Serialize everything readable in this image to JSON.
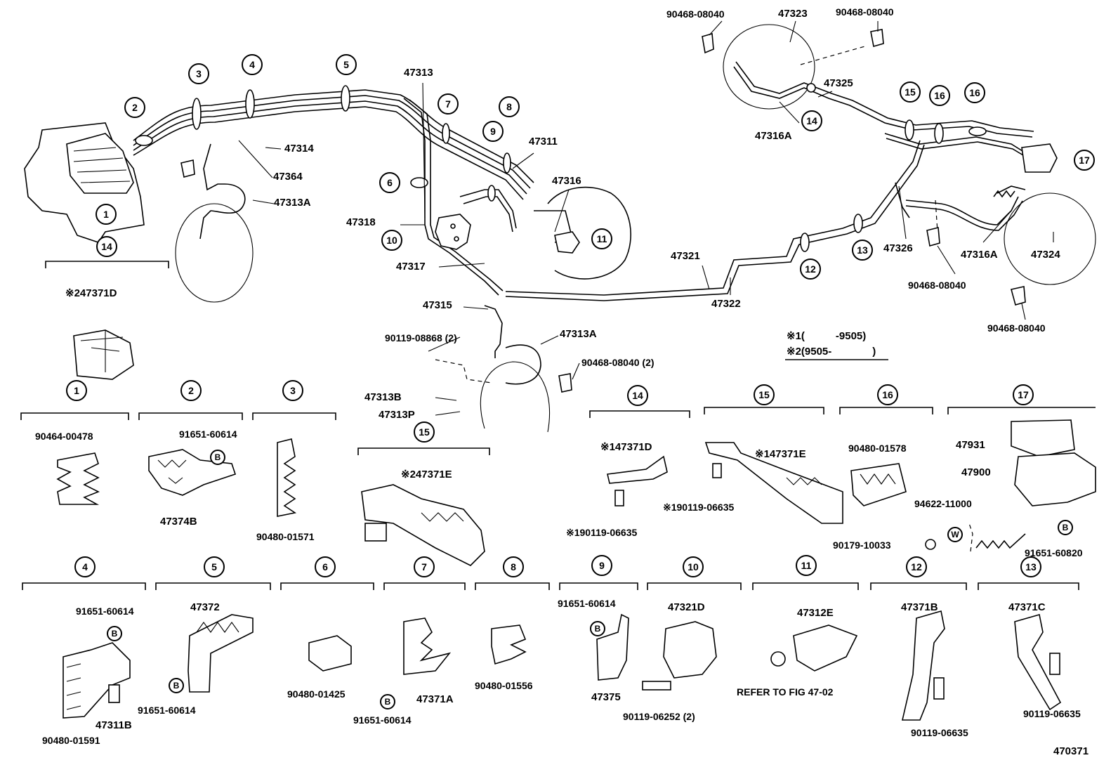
{
  "figure_number": "470371",
  "callouts": [
    "1",
    "2",
    "3",
    "4",
    "5",
    "6",
    "7",
    "8",
    "9",
    "10",
    "11",
    "12",
    "13",
    "14",
    "15",
    "16",
    "17"
  ],
  "footnote": {
    "mark1": "※1(",
    "range1": "-9505)",
    "mark2": "※2(9505-",
    "range2": ")"
  },
  "main_labels": {
    "p47313": "47313",
    "p47311": "47311",
    "p47316": "47316",
    "p47314": "47314",
    "p47364": "47364",
    "p47313A_top": "47313A",
    "p47318": "47318",
    "p47317": "47317",
    "p47315": "47315",
    "p47321": "47321",
    "p47322": "47322",
    "p47313A_mid": "47313A",
    "p90119_08868": "90119-08868 (2)",
    "p47313B": "47313B",
    "p47313P": "47313P",
    "p90468_08040_2": "90468-08040 (2)",
    "p90468_08040_a": "90468-08040",
    "p47323": "47323",
    "p90468_08040_b": "90468-08040",
    "p47325": "47325",
    "p47316A_top": "47316A",
    "p47326": "47326",
    "p47316A_right": "47316A",
    "p47324": "47324",
    "p90468_08040_c": "90468-08040",
    "p90468_08040_d": "90468-08040"
  },
  "detail_labels": {
    "d14_top": "※247371D",
    "d1_a": "90464-00478",
    "d2_a": "91651-60614",
    "d2_b": "47374B",
    "d3_a": "90480-01571",
    "d15_left": "※247371E",
    "d14_a": "※147371D",
    "d14_b": "※190119-06635",
    "d15_a": "※147371E",
    "d15_b": "※190119-06635",
    "d16_a": "90480-01578",
    "d17_a": "47931",
    "d17_b": "47900",
    "d17_c": "94622-11000",
    "d17_d": "90179-10033",
    "d17_e": "91651-60820",
    "d4_a": "91651-60614",
    "d4_b": "47311B",
    "d4_c": "90480-01591",
    "d5_a": "47372",
    "d5_b": "91651-60614",
    "d6_a": "90480-01425",
    "d7_a": "91651-60614",
    "d7_b": "47371A",
    "d8_a": "90480-01556",
    "d9_a": "91651-60614",
    "d9_b": "47375",
    "d10_a": "47321D",
    "d10_b": "90119-06252 (2)",
    "d11_a": "47312E",
    "d11_b": "REFER TO FIG 47-02",
    "d12_a": "47371B",
    "d12_b": "90119-06635",
    "d13_a": "47371C",
    "d13_b": "90119-06635"
  },
  "marker_b": "B",
  "marker_w": "W"
}
